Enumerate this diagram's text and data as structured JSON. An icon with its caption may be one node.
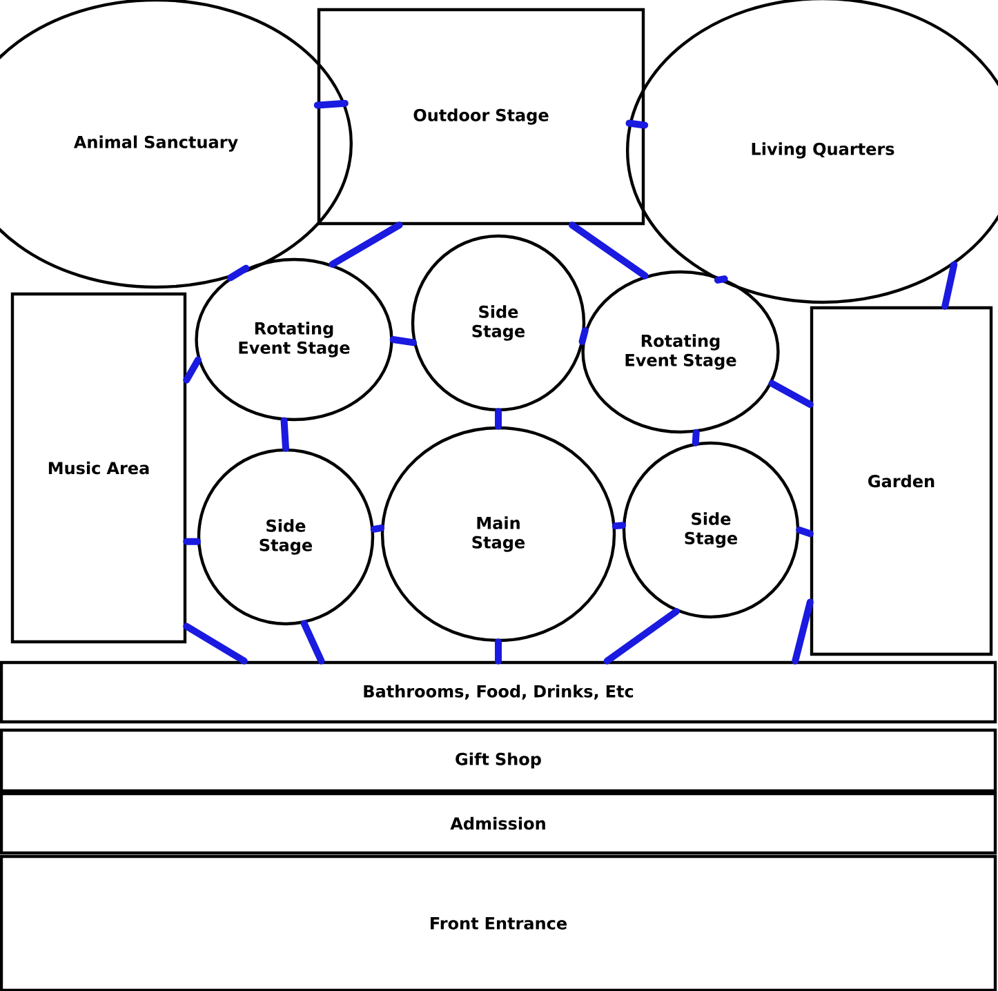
{
  "diagram": {
    "nodes": [
      {
        "text": [
          "Animal Sanctuary"
        ]
      },
      {
        "text": [
          "Outdoor Stage"
        ]
      },
      {
        "text": [
          "Living Quarters"
        ]
      },
      {
        "text": [
          "Music Area"
        ]
      },
      {
        "text": [
          "Rotating Event Stage"
        ]
      },
      {
        "text": [
          "Side Stage"
        ]
      },
      {
        "text": [
          "Rotating Event Stage"
        ]
      },
      {
        "text": [
          "Garden"
        ]
      },
      {
        "text": [
          "Side Stage"
        ]
      },
      {
        "text": [
          "Main Stage"
        ]
      },
      {
        "text": [
          "Side Stage"
        ]
      },
      {
        "text": [
          "Bathrooms, Food, Drinks, Etc"
        ]
      },
      {
        "text": [
          "Gift Shop"
        ]
      },
      {
        "text": [
          "Admission"
        ]
      },
      {
        "text": [
          "Front Entrance"
        ]
      }
    ],
    "edges": [
      {
        "from": 0,
        "to": 1,
        "arrow": "none"
      },
      {
        "from": 1,
        "to": 2,
        "arrow": "none"
      },
      {
        "from": 0,
        "to": 4,
        "arrow": "none"
      },
      {
        "from": 1,
        "to": 4,
        "arrow": "none"
      },
      {
        "from": 1,
        "to": 6,
        "arrow": "none"
      },
      {
        "from": 2,
        "to": 6,
        "arrow": "none"
      },
      {
        "from": 2,
        "to": 7,
        "arrow": "none"
      },
      {
        "from": 4,
        "to": 3,
        "arrow": "none"
      },
      {
        "from": 4,
        "to": 5,
        "arrow": "none"
      },
      {
        "from": 5,
        "to": 6,
        "arrow": "none"
      },
      {
        "from": 6,
        "to": 7,
        "arrow": "none"
      },
      {
        "from": 4,
        "to": 8,
        "arrow": "none"
      },
      {
        "from": 5,
        "to": 9,
        "arrow": "none"
      },
      {
        "from": 6,
        "to": 10,
        "arrow": "none"
      },
      {
        "from": 8,
        "to": 9,
        "arrow": "none"
      },
      {
        "from": 9,
        "to": 10,
        "arrow": "none"
      },
      {
        "from": 10,
        "to": 7,
        "arrow": "none"
      },
      {
        "from": 3,
        "to": 8,
        "arrow": "none"
      },
      {
        "from": 3,
        "to": 11,
        "arrow": "none"
      },
      {
        "from": 8,
        "to": 11,
        "arrow": "none"
      },
      {
        "from": 9,
        "to": 11,
        "arrow": "none"
      },
      {
        "from": 10,
        "to": 11,
        "arrow": "none"
      },
      {
        "from": 7,
        "to": 11,
        "arrow": "none"
      }
    ]
  }
}
